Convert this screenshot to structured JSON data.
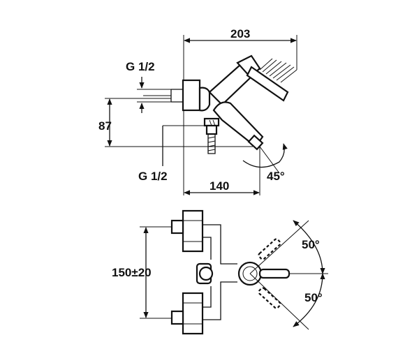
{
  "side_view": {
    "dim_overall_width": "203",
    "dim_body_width": "140",
    "dim_height": "87",
    "thread_top": "G 1/2",
    "thread_bottom": "G 1/2",
    "angle_spout": "45°"
  },
  "top_view": {
    "dim_centers": "150±20",
    "angle_upper": "50°",
    "angle_lower": "50°"
  }
}
